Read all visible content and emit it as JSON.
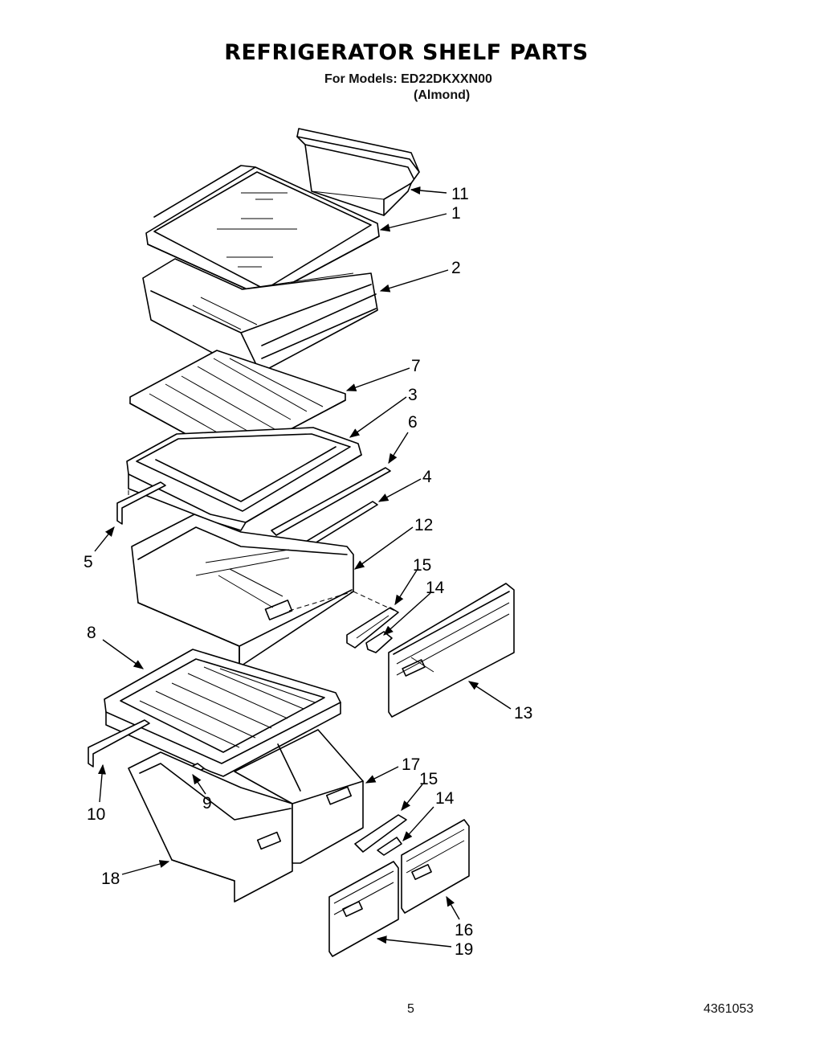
{
  "header": {
    "title": "REFRIGERATOR SHELF PARTS",
    "models_label": "For Models: ED22DKXXN00",
    "variant": "(Almond)"
  },
  "footer": {
    "page_number": "5",
    "document_number": "4361053"
  },
  "callouts": {
    "c1": "1",
    "c2": "2",
    "c3": "3",
    "c4": "4",
    "c5": "5",
    "c6": "6",
    "c7": "7",
    "c8": "8",
    "c9": "9",
    "c10": "10",
    "c11": "11",
    "c12": "12",
    "c13": "13",
    "c14a": "14",
    "c14b": "14",
    "c15a": "15",
    "c15b": "15",
    "c16": "16",
    "c17": "17",
    "c18": "18",
    "c19": "19"
  }
}
